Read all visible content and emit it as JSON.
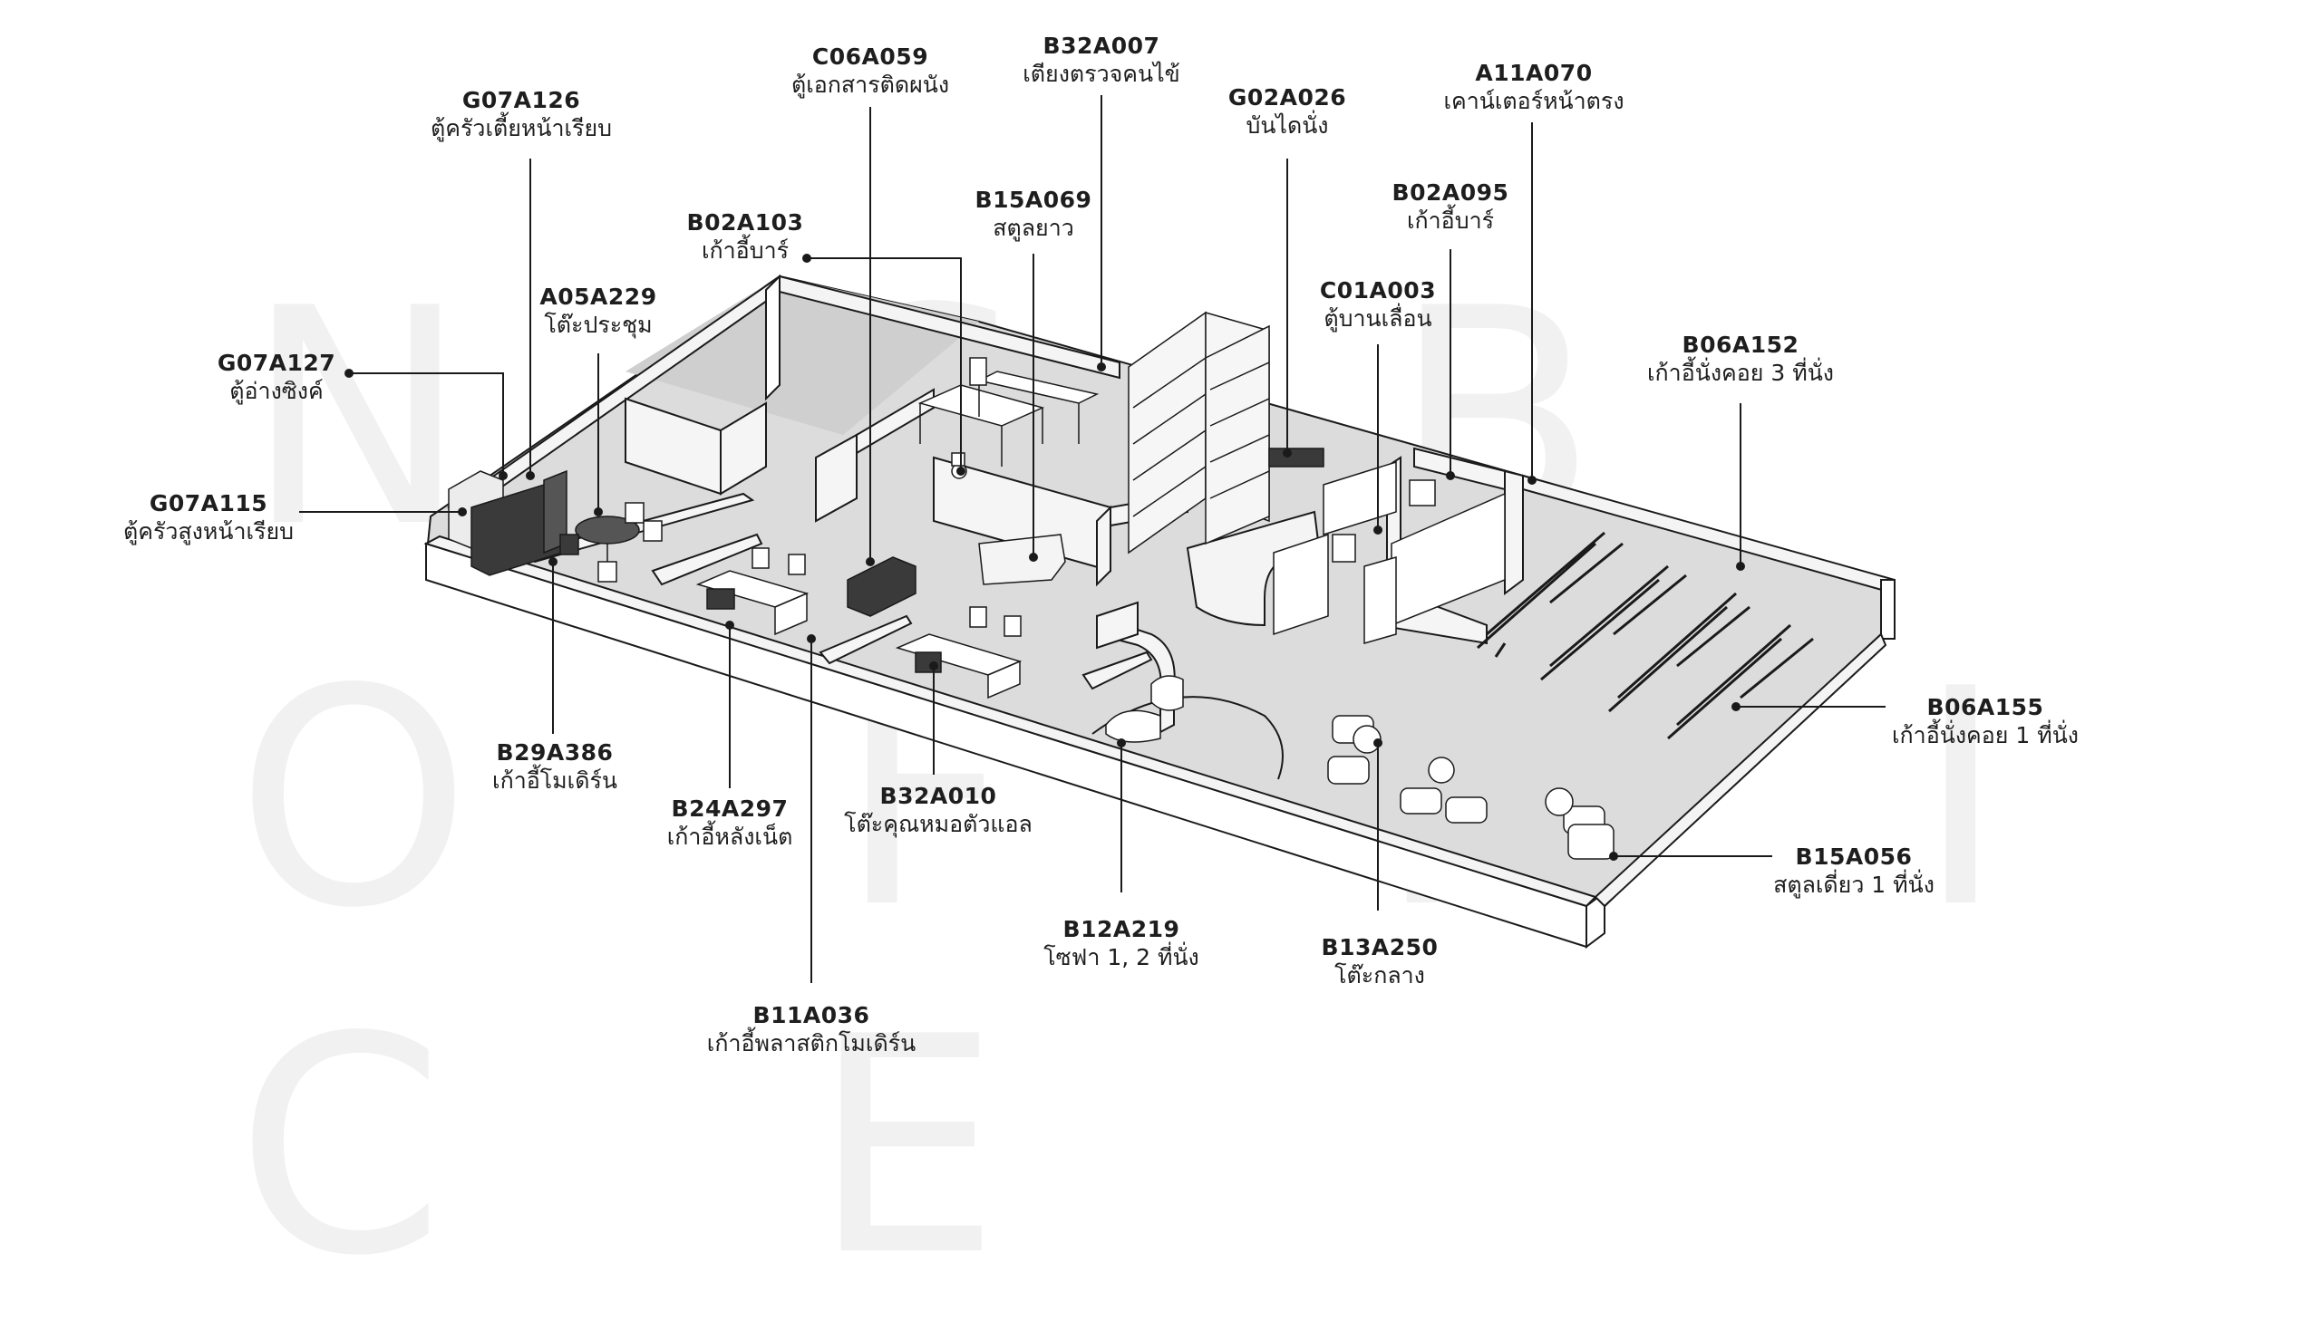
{
  "watermark": {
    "line1": "N S B",
    "line2": "O F F I C E"
  },
  "labels": {
    "G07A126": {
      "code": "G07A126",
      "name": "ตู้ครัวเตี้ยหน้าเรียบ"
    },
    "C06A059": {
      "code": "C06A059",
      "name": "ตู้เอกสารติดผนัง"
    },
    "B32A007": {
      "code": "B32A007",
      "name": "เตียงตรวจคนไข้"
    },
    "G02A026": {
      "code": "G02A026",
      "name": "บันไดนั่ง"
    },
    "A11A070": {
      "code": "A11A070",
      "name": "เคาน์เตอร์หน้าตรง"
    },
    "B02A103": {
      "code": "B02A103",
      "name": "เก้าอี้บาร์"
    },
    "B15A069": {
      "code": "B15A069",
      "name": "สตูลยาว"
    },
    "B02A095": {
      "code": "B02A095",
      "name": "เก้าอี้บาร์"
    },
    "A05A229": {
      "code": "A05A229",
      "name": "โต๊ะประชุม"
    },
    "C01A003": {
      "code": "C01A003",
      "name": "ตู้บานเลื่อน"
    },
    "G07A127": {
      "code": "G07A127",
      "name": "ตู้อ่างซิงค์"
    },
    "B06A152": {
      "code": "B06A152",
      "name": "เก้าอี้นั่งคอย 3 ที่นั่ง"
    },
    "G07A115": {
      "code": "G07A115",
      "name": "ตู้ครัวสูงหน้าเรียบ"
    },
    "B06A155": {
      "code": "B06A155",
      "name": "เก้าอี้นั่งคอย 1 ที่นั่ง"
    },
    "B29A386": {
      "code": "B29A386",
      "name": "เก้าอี้โมเดิร์น"
    },
    "B24A297": {
      "code": "B24A297",
      "name": "เก้าอี้หลังเน็ต"
    },
    "B32A010": {
      "code": "B32A010",
      "name": "โต๊ะคุณหมอตัวแอล"
    },
    "B15A056": {
      "code": "B15A056",
      "name": "สตูลเดี่ยว 1 ที่นั่ง"
    },
    "B12A219": {
      "code": "B12A219",
      "name": "โซฟา 1, 2 ที่นั่ง"
    },
    "B13A250": {
      "code": "B13A250",
      "name": "โต๊ะกลาง"
    },
    "B11A036": {
      "code": "B11A036",
      "name": "เก้าอี้พลาสติกโมเดิร์น"
    }
  },
  "colors": {
    "floor": "#dcdcdc",
    "wall_top": "#f4f4f4",
    "wall_side": "#ffffff",
    "line": "#1a1a1a",
    "furniture": "#3a3a3a"
  }
}
